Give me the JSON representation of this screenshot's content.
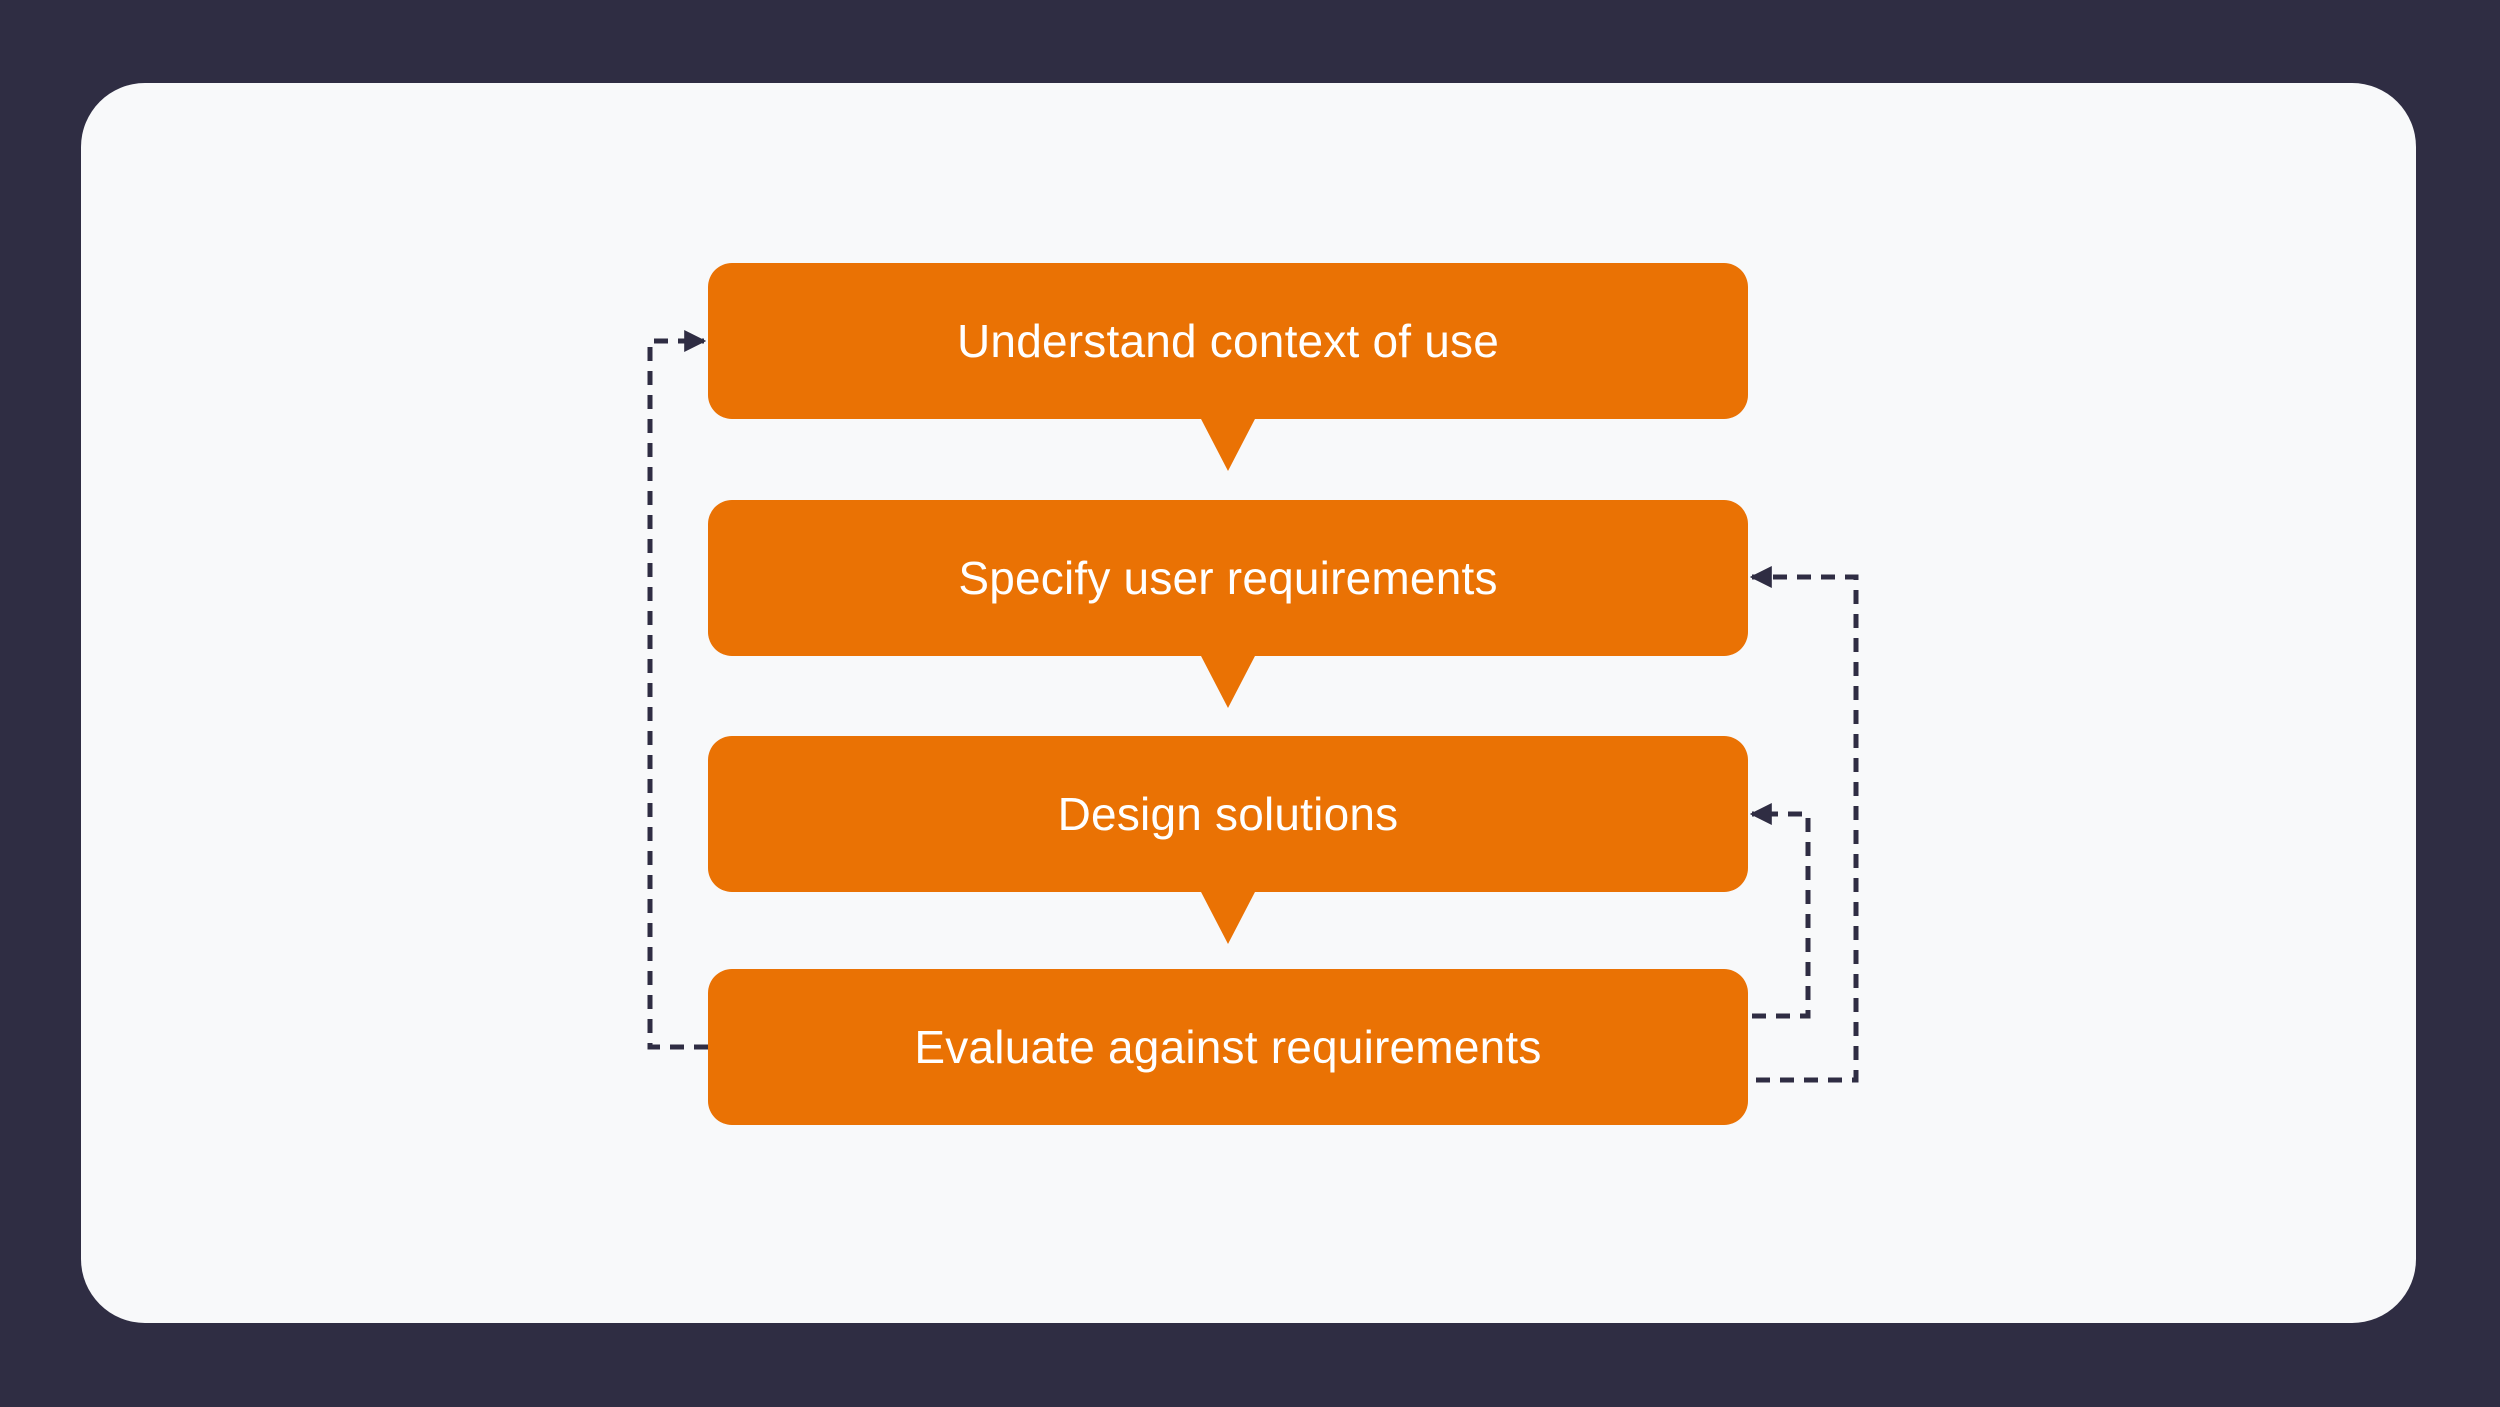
{
  "colors": {
    "frame_background": "#2f2d43",
    "card_background": "#f8f9fa",
    "step_fill": "#ea7204",
    "step_text": "#ffffff",
    "connector": "#2f2d43"
  },
  "steps": [
    {
      "label": "Understand context of use"
    },
    {
      "label": "Specify user requirements"
    },
    {
      "label": "Design solutions"
    },
    {
      "label": "Evaluate against requirements"
    }
  ],
  "feedback_loops": [
    {
      "from_step": 4,
      "to_step": 1,
      "side": "left",
      "style": "dashed"
    },
    {
      "from_step": 4,
      "to_step": 3,
      "side": "right",
      "style": "dashed"
    },
    {
      "from_step": 4,
      "to_step": 2,
      "side": "right",
      "style": "dashed"
    }
  ]
}
